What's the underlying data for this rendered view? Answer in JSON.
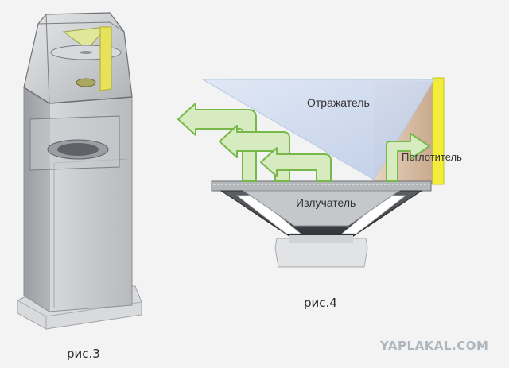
{
  "figure3": {
    "caption": "рис.3"
  },
  "figure4": {
    "caption": "рис.4",
    "labels": {
      "reflector": "Отражатель",
      "absorber": "Поглотитель",
      "emitter": "Излучатель"
    }
  },
  "watermark": "YAPLAKAL.COM",
  "colors": {
    "background": "#f3f3f3",
    "arrow_fill": "#d6ecc0",
    "arrow_stroke": "#78b84a",
    "reflector": "#c8d6ec",
    "absorber_wood": "#d8bda4",
    "absorber_strip": "#f2ec3a",
    "cabinet": "#c4c6c8"
  }
}
